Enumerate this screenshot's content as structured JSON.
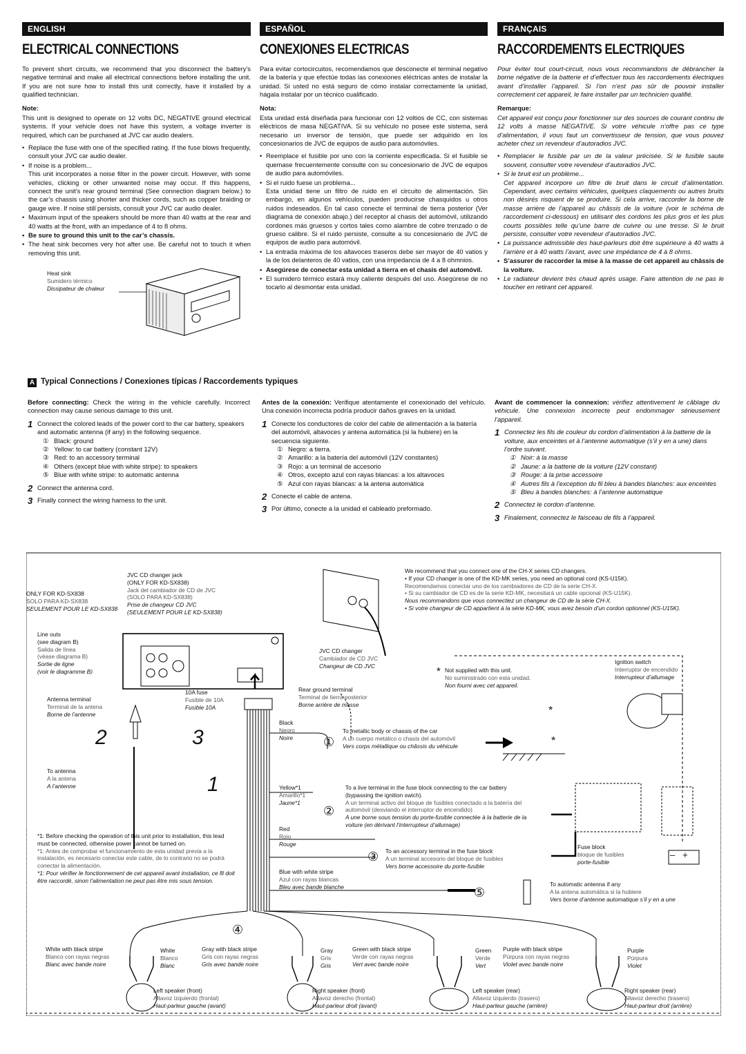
{
  "languages": {
    "en": {
      "lang": "ENGLISH",
      "title": "ELECTRICAL CONNECTIONS",
      "intro": "To prevent short circuits, we recommend that you disconnect the battery’s negative terminal and make all electrical connections before installing the unit. If you are not sure how to install this unit correctly, have it installed by a qualified technician.",
      "note_heading": "Note:",
      "note_text": "This unit is designed to operate on 12 volts DC, NEGATIVE ground electrical systems. If your vehicle does not have this system, a voltage inverter is required, which can be purchased at JVC car audio dealers.",
      "bullets": [
        "Replace the fuse with one of the specified rating. If the fuse blows frequently, consult your JVC car audio dealer.",
        "If noise is a problem...",
        "Maximum input of the speakers should be more than 40 watts at the rear and 40 watts at the front, with an impedance of 4 to 8 ohms.",
        "Be sure to ground this unit to the car’s chassis.",
        "The heat sink becomes very hot after use. Be careful not to touch it when removing this unit."
      ],
      "noise_text": "This unit incorporates a noise filter in the power circuit. However, with some vehicles, clicking or other unwanted noise may occur. If this happens, connect the unit’s rear ground terminal (See connection diagram below.) to the car’s chassis using shorter and thicker cords, such as copper braiding or gauge wire. If noise still persists, consult your JVC car audio dealer.",
      "heat_sink": "Heat sink"
    },
    "es": {
      "lang": "ESPAÑOL",
      "title": "CONEXIONES ELECTRICAS",
      "intro": "Para evitar cortocircuitos, recomendamos que desconecte el terminal negativo de la batería y que efectúe todas las conexiones eléctricas antes de instalar la unidad. Si usted no está seguro de cómo instalar correctamente la unidad, hágala instalar por un técnico cualificado.",
      "note_heading": "Nota:",
      "note_text": "Esta unidad está diseñada para funcionar con 12 voltios de CC, con sistemas eléctricos de masa NEGATIVA. Si su vehículo no posee este sistema, será necesario un inversor de tensión, que puede ser adquirido en los concesionarios de JVC de equipos de audio para automóviles.",
      "bullets": [
        "Reemplace el fusible por uno con la corriente especificada. Si el fusible se quemase frecuentemente consulte con su concesionario de JVC de equipos de audio para automóviles.",
        "Si el ruido fuese un problema...",
        "La entrada máxima de los altavoces traseros debe ser mayor de 40 vatios y la de los delanteros de 40 vatios, con una impedancia de 4 a 8 ohmnios.",
        "Asegúrese de conectar esta unidad a tierra en el chasis del automóvil.",
        "El sumidero térmico estará muy caliente después del uso. Asegúrese de no tocarlo al desmontar esta unidad."
      ],
      "noise_text": "Esta unidad tiene un filtro de ruido en el circuito de alimentación. Sin embargo, en algunos vehículos, pueden producirse chasquidos u otros ruidos indeseados. En tal caso conecte el terminal de tierra posterior (Ver diagrama de conexión abajo.) del receptor al chasis del automóvil, utilizando cordones más gruesos y cortos tales como alambre de cobre trenzado o de grueso calibre. Si el ruido persiste, consulte a su concesionario de JVC de equipos de audio para automóvil.",
      "heat_sink": "Sumidero térmico"
    },
    "fr": {
      "lang": "FRANÇAIS",
      "title": "RACCORDEMENTS ELECTRIQUES",
      "intro": "Pour éviter tout court-circuit, nous vous recommandons de débrancher la borne négative de la batterie et d’effectuer tous les raccordements électriques avant d’installer l’appareil. Si l’on n’est pas sûr de pouvoir installer correctement cet appareil, le faire installer par un technicien qualifié.",
      "note_heading": "Remarque:",
      "note_text": "Cet appareil est conçu pour fonctionner sur des sources de courant continu de 12 volts à masse NEGATIVE. Si votre véhicule n’offre pas ce type d’alimentation, il vous faut un convertisseur de tension, que vous pouvez acheter chez un revendeur d’autoradios JVC.",
      "bullets": [
        "Remplacer le fusible par un de la valeur précisée. Si le fusible saute souvent, consulter votre revendeur d’autoradios JVC.",
        "Si le bruit est un problème...",
        "La puissance admissible des haut-parleurs doit être supérieure à 40 watts à l’arrière et à 40 watts l’avant, avec une impédance de 4 à 8 ohms.",
        "S’assurer de raccorder la mise à la masse de cet appareil au châssis de la voiture.",
        "Le radiateur devient très chaud après usage. Faire attention de ne pas le toucher en retirant cet appareil."
      ],
      "noise_text": "Cet appareil incorpore un filtre de bruit dans le circuit d’alimentation. Cependant, avec certains véhicules, quelques claquements ou autres bruits non désirés risquent de se produire. Si cela arrive, raccorder la borne de masse arrière de l’appareil au châssis de la voiture (voir le schéma de raccordement ci-dessous) en utilisant des cordons les plus gros et les plus courts possibles telle qu’une barre de cuivre ou une tresse. Si le bruit persiste, consulter votre revendeur d’autoradios JVC.",
      "heat_sink": "Dissipateur de chaleur"
    }
  },
  "section_a": {
    "letter": "A",
    "title": "Typical Connections / Conexiones típicas / Raccordements typiques",
    "en": {
      "before_label": "Before connecting:",
      "before_text": " Check the wiring in the vehicle carefully. Incorrect connection may cause serious damage to this unit.",
      "step1": "Connect the colored leads of the power cord to the car battery, speakers and automatic antenna (if any) in the following sequence.",
      "wires": [
        "Black: ground",
        "Yellow: to car battery (constant 12V)",
        "Red: to an accessory terminal",
        "Others (except blue with white stripe): to speakers",
        "Blue with white stripe: to automatic antenna"
      ],
      "step2": "Connect the antenna cord.",
      "step3": "Finally connect the wiring harness to the unit."
    },
    "es": {
      "before_label": "Antes de la conexión:",
      "before_text": " Verifique atentamente el conexionado del vehículo. Una conexión incorrecta podría producir daños graves en la unidad.",
      "step1": "Conecte los conductores de color del cable de alimentación a la batería del automóvil, altavoces y antena automática (si la hubiere) en la secuencia siguiente.",
      "wires": [
        "Negro: a tierra.",
        "Amarillo: a la batería del automóvil (12V constantes)",
        "Rojo: a un terminal de accesorio",
        "Otros, excepto azul con rayas blancas: a los altavoces",
        "Azul con rayas blancas: a la antena automática"
      ],
      "step2": "Conecte el cable de antena.",
      "step3": "Por último, conecte a la unidad el cableado preformado."
    },
    "fr": {
      "before_label": "Avant de commencer la connexion:",
      "before_text": " vérifiez attentivement le câblage du véhicule. Une connexion incorrecte peut endommager sérieusement l’appareil.",
      "step1": "Connectez les fils de couleur du cordon d’alimentation à la batterie de la voiture, aux enceintes et à l’antenne automatique (s’il y en a une) dans l’ordre suivant.",
      "wires": [
        "Noir: à la masse",
        "Jaune: a la batterie de la voiture (12V constant)",
        "Rouge: à la prise accessoire",
        "Autres fils à l’exception du fil bleu à bandes blanches: aux enceintes",
        "Bleu à bandes blanches: à l’antenne automatique"
      ],
      "step2": "Connectez le cordon d’antenne.",
      "step3": "Finalement, connectez le faisceau de fils à l’appareil."
    },
    "step_numbers": [
      "1",
      "2",
      "3"
    ],
    "circled": [
      "①",
      "②",
      "③",
      "④",
      "⑤"
    ]
  },
  "diagram": {
    "only_for": [
      "ONLY FOR KD-SX838",
      "SOLO PARA KD-SX838",
      "SEULEMENT POUR LE KD-SX838"
    ],
    "changer_jack": [
      "JVC CD changer jack",
      "(ONLY FOR KD-SX838)",
      "Jack del cambiador de CD de JVC",
      "(SOLO PARA KD-SX838)",
      "Prise de changeur CD JVC",
      "(SEULEMENT POUR LE KD-SX838)"
    ],
    "line_outs": [
      "Line outs",
      "(see diagram B)",
      "Salida de línea",
      "(véase diagrama B)",
      "Sortie de ligne",
      "(voir le diagramme B)"
    ],
    "antenna_terminal": [
      "Antenna terminal",
      "Terminal de la antena",
      "Borne de l’antenne"
    ],
    "to_antenna": [
      "To antenna",
      "A la antena",
      "A l’antenne"
    ],
    "fuse": [
      "10A fuse",
      "Fusible de 10A",
      "Fusible 10A"
    ],
    "recommend": [
      "We recommend that you connect one of the CH-X series CD changers.",
      "If your CD changer is one of the KD-MK series, you need an optional cord (KS-U15K).",
      "Recomendamos conectar uno de los cambiadores de CD de la serie CH-X.",
      "Si su cambiador de CD es de la serie KD-MK, necesitará un cable opcional (KS-U15K).",
      "Nous recommandons que vous connectiez un changeur de CD de la série CH-X.",
      "Si votre changeur de CD appartient à la série KD-MK, vous avez besoin d’un cordon optionnel (KS-U15K)."
    ],
    "cd_changer": [
      "JVC CD changer",
      "Cambiador de CD JVC",
      "Changeur de CD JVC"
    ],
    "not_supplied": [
      "Not supplied with this unit.",
      "No suministrado con esta unidad.",
      "Non fourni avec cet appareil."
    ],
    "rear_ground": [
      "Rear ground terminal",
      "Terminal de tierra posterior",
      "Borne arrière de masse"
    ],
    "ignition": [
      "Ignition switch",
      "Interruptor de encendido",
      "Interrupteur d’allumage"
    ],
    "black": [
      "Black",
      "Negro",
      "Noire"
    ],
    "black_to": [
      "To metallic body or chassis of the car",
      "A un cuerpo metálico o chasis del automóvil",
      "Vers corps métallique ou châssis du véhicule"
    ],
    "yellow": [
      "Yellow*1",
      "Amarillo*1",
      "Jaune*1"
    ],
    "yellow_to": [
      "To a live terminal in the fuse block connecting to the car battery",
      "(bypassing the ignition swich).",
      "A un terminal activo del bloque de fusibles conectado a la batería del automóvil (desviando el interruptor de encendido)",
      "A une borne sous tension du porte-fusible connectée à la batterie de la voiture (en dérivant l’interrupteur d’allumage)"
    ],
    "red": [
      "Red",
      "Rojo",
      "Rouge"
    ],
    "red_to": [
      "To an accessory terminal in the fuse block",
      "A un terminal accesorio del bloque de fusibles",
      "Vers borne accessoire du porte-fusible"
    ],
    "blue": [
      "Blue with white stripe",
      "Azul con rayas blancas",
      "Bleu avec bande blanche"
    ],
    "blue_to": [
      "To automatic antenna if any",
      "A la antena automática si la hubiere",
      "Vers borne d’antenne automatique s’il y en a une"
    ],
    "fuse_block": [
      "Fuse block",
      "bloque de fusibles",
      "porte-fusible"
    ],
    "footnote": [
      "*1: Before checking the operation of this unit prior to installation, this lead must be connected, otherwise power cannot be turned on.",
      "*1: Antes de comprobar el funcionamiento de esta unidad previa a la instalación, es necesario conectar este cable, de lo contrario no se podrá conectar la alimentación.",
      "*1: Pour vérifier le fonctionnement de cet appareil avant installation, ce fil doit être raccordé, sinon l’alimentation ne peut pas être mis sous tension."
    ],
    "speaker_wires": [
      {
        "wire": [
          "White with black stripe",
          "Blanco con rayas negras",
          "Blanc avec bande noire"
        ],
        "color": [
          "White",
          "Blanco",
          "Blanc"
        ],
        "speaker": [
          "Left speaker (front)",
          "Altavoz izquierdo (frontal)",
          "Haut-parleur gauche (avant)"
        ]
      },
      {
        "wire": [
          "Gray with black stripe",
          "Gris con rayas negras",
          "Gris avec bande noire"
        ],
        "color": [
          "Gray",
          "Gris",
          "Gris"
        ],
        "speaker": [
          "Right speaker (front)",
          "Altavoz derecho (frontal)",
          "Haut-parleur droit (avant)"
        ]
      },
      {
        "wire": [
          "Green with black stripe",
          "Verde con rayas negras",
          "Vert avec bande noire"
        ],
        "color": [
          "Green",
          "Verde",
          "Vert"
        ],
        "speaker": [
          "Left speaker (rear)",
          "Altavoz izquierdo (trasero)",
          "Haut-parleur gauche (arrière)"
        ]
      },
      {
        "wire": [
          "Purple with black stripe",
          "Púrpura con rayas negras",
          "Violet avec bande noire"
        ],
        "color": [
          "Purple",
          "Púrpura",
          "Violet"
        ],
        "speaker": [
          "Right speaker (rear)",
          "Altavoz derecho (trasero)",
          "Haut-parleur droit (arrière)"
        ]
      }
    ],
    "big_nums": [
      "1",
      "2",
      "3"
    ],
    "circled_nums": [
      "①",
      "②",
      "③",
      "④",
      "⑤"
    ],
    "star": "*",
    "polarity": [
      "–",
      "+"
    ]
  }
}
